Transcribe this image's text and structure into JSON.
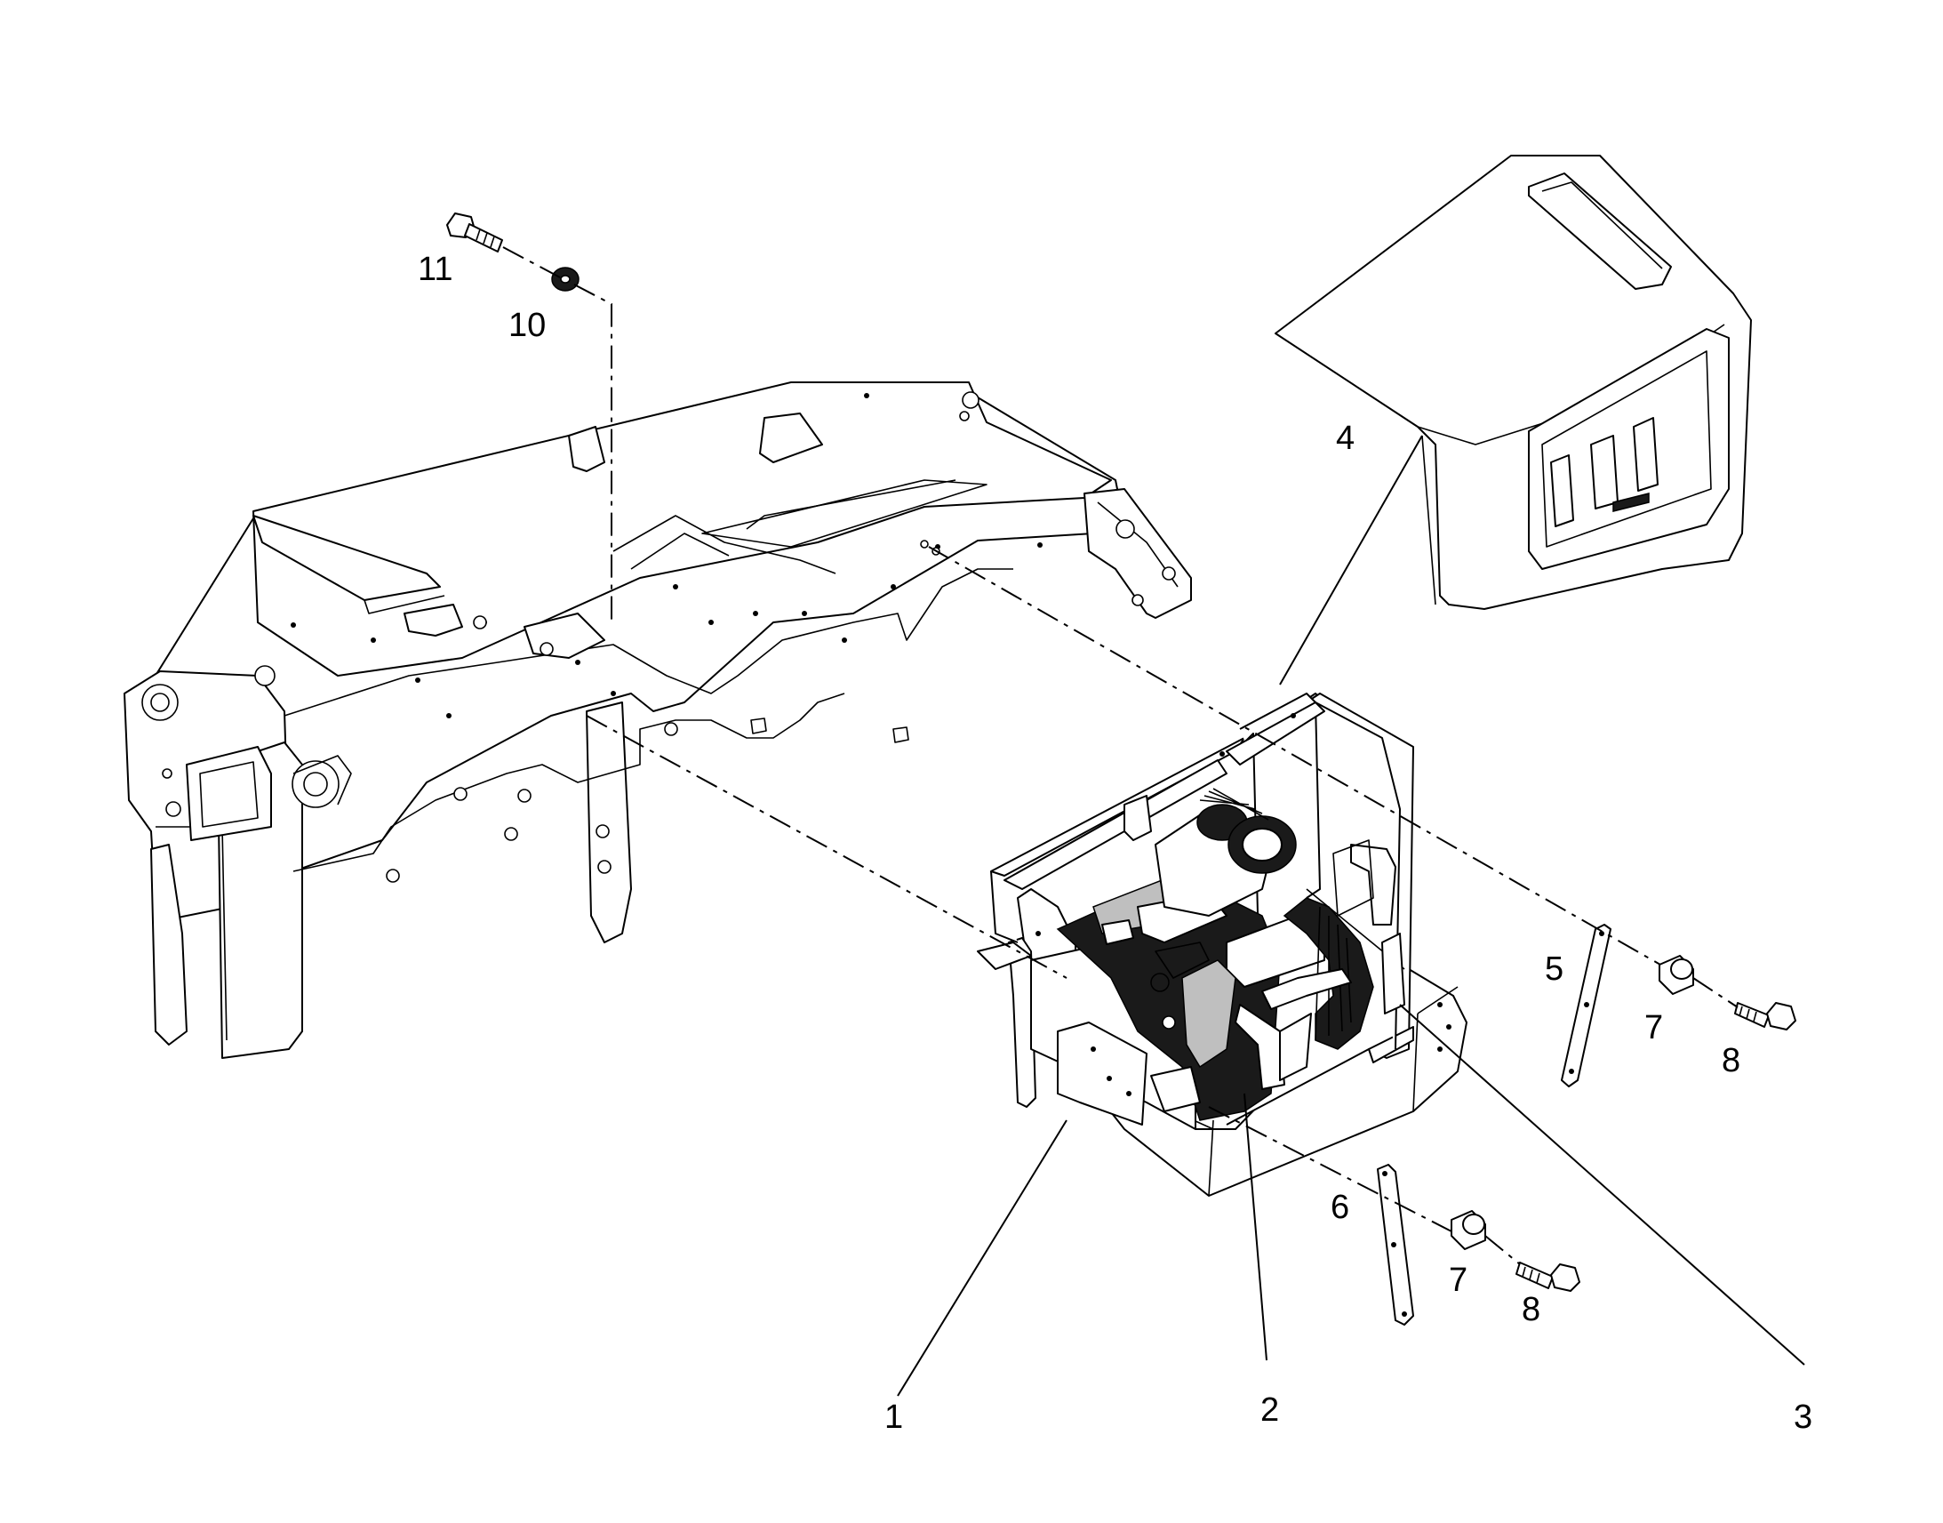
{
  "callouts": [
    {
      "id": "1",
      "text": "1"
    },
    {
      "id": "2",
      "text": "2"
    },
    {
      "id": "3",
      "text": "3"
    },
    {
      "id": "4",
      "text": "4"
    },
    {
      "id": "5",
      "text": "5"
    },
    {
      "id": "6",
      "text": "6"
    },
    {
      "id": "7a",
      "text": "7"
    },
    {
      "id": "7b",
      "text": "7"
    },
    {
      "id": "8a",
      "text": "8"
    },
    {
      "id": "8b",
      "text": "8"
    },
    {
      "id": "10",
      "text": "10"
    },
    {
      "id": "11",
      "text": "11"
    }
  ],
  "colors": {
    "line": "#000000",
    "background": "#ffffff"
  }
}
